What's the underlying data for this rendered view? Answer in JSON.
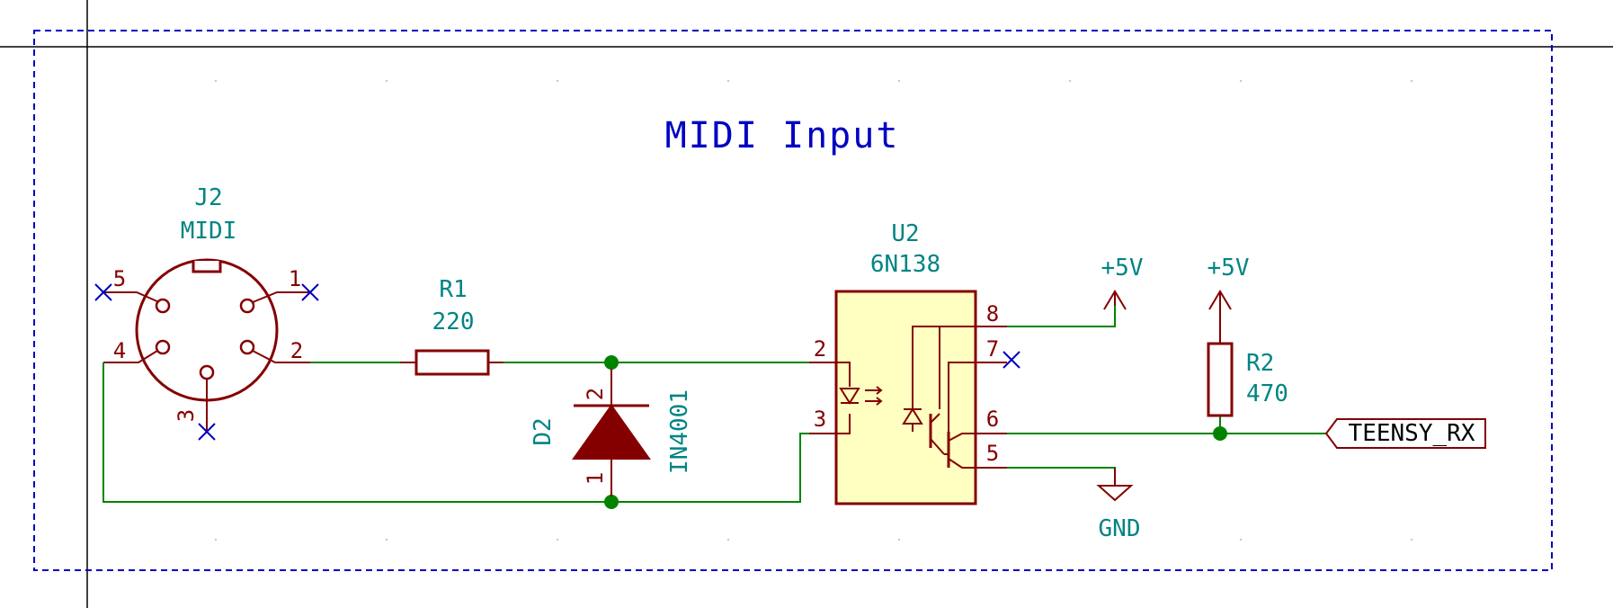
{
  "title": "MIDI Input",
  "colors": {
    "wire": "#008400",
    "component": "#840000",
    "component_fill": "#ffffc2",
    "reference_text": "#008484",
    "title_text": "#0000c2",
    "dashed_box": "#0000c2",
    "nc_marker": "#0000c2",
    "junction": "#008400"
  },
  "components": {
    "j2": {
      "ref": "J2",
      "value": "MIDI",
      "pins": {
        "p1": "1",
        "p2": "2",
        "p3": "3",
        "p4": "4",
        "p5": "5"
      }
    },
    "r1": {
      "ref": "R1",
      "value": "220"
    },
    "d2": {
      "ref": "D2",
      "value": "IN4001",
      "pins": {
        "p1": "1",
        "p2": "2"
      }
    },
    "u2": {
      "ref": "U2",
      "value": "6N138",
      "pins": {
        "p2": "2",
        "p3": "3",
        "p5": "5",
        "p6": "6",
        "p7": "7",
        "p8": "8"
      }
    },
    "r2": {
      "ref": "R2",
      "value": "470"
    }
  },
  "power": {
    "vcc1": "+5V",
    "vcc2": "+5V",
    "gnd": "GND"
  },
  "labels": {
    "rx": "TEENSY_RX"
  }
}
